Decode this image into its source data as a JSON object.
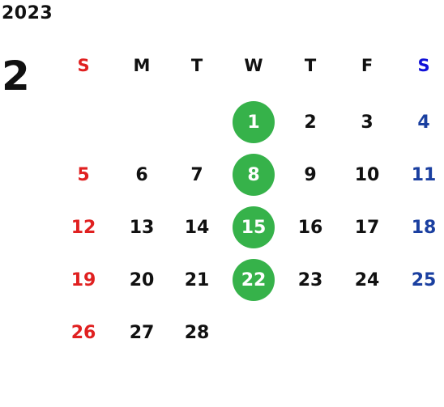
{
  "calendar": {
    "year": "2023",
    "month": "2",
    "weekdays": [
      "S",
      "M",
      "T",
      "W",
      "T",
      "F",
      "S"
    ],
    "weeks": [
      [
        "",
        "",
        "",
        "1",
        "2",
        "3",
        "4"
      ],
      [
        "5",
        "6",
        "7",
        "8",
        "9",
        "10",
        "11"
      ],
      [
        "12",
        "13",
        "14",
        "15",
        "16",
        "17",
        "18"
      ],
      [
        "19",
        "20",
        "21",
        "22",
        "23",
        "24",
        "25"
      ],
      [
        "26",
        "27",
        "28",
        "",
        "",
        "",
        ""
      ]
    ],
    "highlighted_days": [
      "1",
      "8",
      "15",
      "22"
    ]
  },
  "colors": {
    "sunday": "#e02020",
    "saturday": "#1a3fa0",
    "saturday_header": "#1010d8",
    "highlight": "#36b24a",
    "text": "#111111"
  }
}
